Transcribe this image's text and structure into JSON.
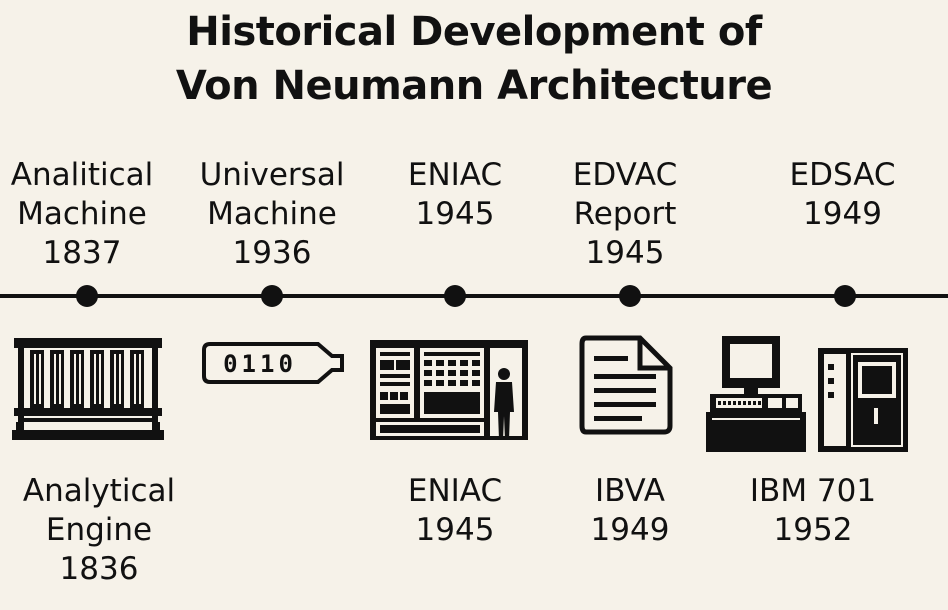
{
  "title": {
    "line1": "Historical Development of",
    "line2": "Von Neumann Architecture"
  },
  "milestones_top": [
    {
      "lines": [
        "Analitical",
        "Machine",
        "1837"
      ]
    },
    {
      "lines": [
        "Universal",
        "Machine",
        "1936"
      ]
    },
    {
      "lines": [
        "ENIAC",
        "1945"
      ]
    },
    {
      "lines": [
        "EDVAC",
        "Report",
        "1945"
      ]
    },
    {
      "lines": [
        "EDSAC",
        "1949"
      ]
    }
  ],
  "milestones_bottom": [
    {
      "lines": [
        "Analytical",
        "Engine",
        "1836"
      ]
    },
    {
      "lines": [
        "ENIAC",
        "1945"
      ]
    },
    {
      "lines": [
        "IBVA",
        "1949"
      ]
    },
    {
      "lines": [
        "IBM 701",
        "1952"
      ]
    }
  ],
  "icons": {
    "tape_text": "0110"
  },
  "colors": {
    "background": "#f6f2e9",
    "ink": "#111111"
  }
}
